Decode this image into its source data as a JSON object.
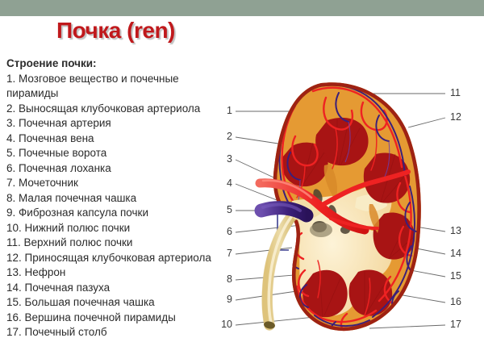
{
  "header": {
    "band_color": "#8fa193",
    "title": "Почка (ren)",
    "title_color": "#c0191c"
  },
  "legend": {
    "heading": "Строение почки:",
    "items": [
      "1. Мозговое вещество и почечные пирамиды",
      "2. Выносящая клубочковая артериола",
      "3. Почечная артерия",
      "4. Почечная вена",
      "5. Почечные ворота",
      "6. Почечная лоханка",
      "7. Мочеточник",
      "8. Малая почечная чашка",
      "9. Фиброзная капсула почки",
      "10. Нижний полюс почки",
      "11. Верхний полюс почки",
      "12. Приносящая клубочковая артериола",
      "13. Нефрон",
      "14. Почечная пазуха",
      "15. Большая почечная чашка",
      "16. Вершина почечной пирамиды",
      "17. Почечный столб"
    ]
  },
  "diagram": {
    "callouts_left": [
      "1",
      "2",
      "3",
      "4",
      "5",
      "6",
      "7",
      "8",
      "9",
      "10"
    ],
    "callouts_right": [
      "11",
      "12",
      "13",
      "14",
      "15",
      "16",
      "17"
    ],
    "colors": {
      "capsule": "#9e2213",
      "cortex": "#e59a33",
      "pyramid": "#a81414",
      "sinus": "#f6e0ad",
      "artery": "#ee2222",
      "vein": "#3b1f7a",
      "ureter": "#ecd79a",
      "leader_line": "#6a6a6a",
      "bracket": "#3b3f8f"
    }
  }
}
